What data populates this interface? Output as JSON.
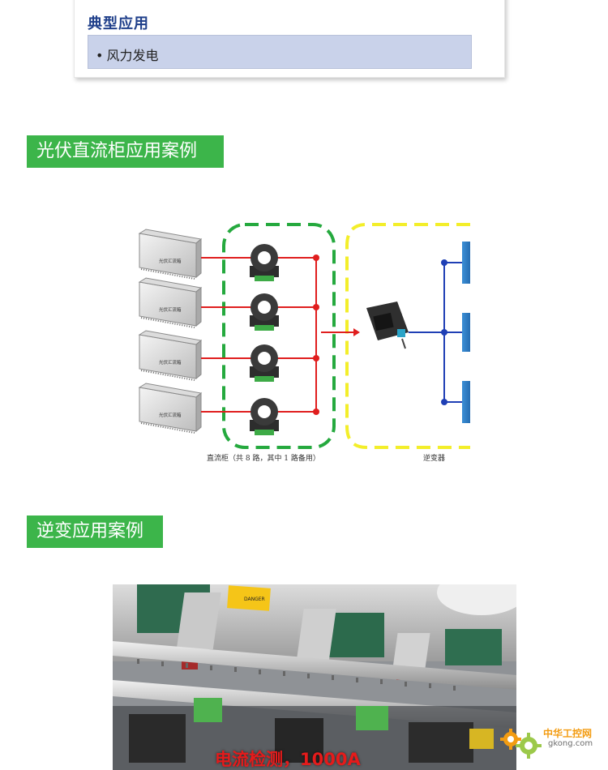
{
  "card": {
    "title": "典型应用",
    "items": [
      "风力发电"
    ]
  },
  "sections": [
    {
      "title": "光伏直流柜应用案例"
    },
    {
      "title": "逆变应用案例"
    }
  ],
  "diagram": {
    "label_left": "直流柜（共 8 路，其中 1 路备用）",
    "label_right": "逆变器",
    "combiner_box_text": "光伏汇流箱",
    "colors": {
      "dc_line": "#e01e1e",
      "ac_line": "#1f3fb5",
      "dc_group": "#25a93e",
      "inverter_group": "#f3ee2a"
    }
  },
  "photo": {
    "caption": "电流检测，1000A",
    "sign_text": "DANGER"
  },
  "watermark": {
    "line1": "中华工控网",
    "line2": "gkong.com"
  }
}
